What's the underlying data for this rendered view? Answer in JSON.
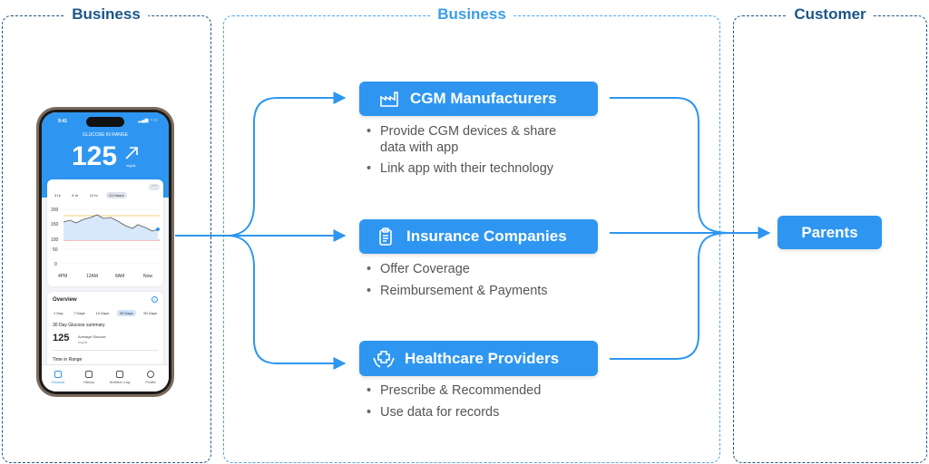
{
  "columns": [
    {
      "title": "Business"
    },
    {
      "title": "Business"
    },
    {
      "title": "Customer"
    }
  ],
  "nodes": {
    "cgm": {
      "label": "CGM Manufacturers",
      "icon": "factory-icon",
      "bullets": [
        "Provide CGM devices & share",
        "data with app",
        "Link app with their technology"
      ]
    },
    "insurance": {
      "label": "Insurance Companies",
      "icon": "clipboard-icon",
      "bullets": [
        "Offer Coverage",
        "Reimbursement & Payments"
      ]
    },
    "healthcare": {
      "label": "Healthcare Providers",
      "icon": "hands-medical-cross-icon",
      "bullets": [
        "Prescribe & Recommended",
        "Use data for records"
      ]
    },
    "parents": {
      "label": "Parents"
    }
  },
  "colors": {
    "accent": "#2e96f0",
    "dark_border": "#1c5688",
    "light_border": "#4aa6ee"
  },
  "phone": {
    "time": "9:41",
    "header_label": "GLUCOSE IN RANGE",
    "glucose_value": "125",
    "unit": "mg/dL",
    "range_tabs": [
      "3 hr",
      "6 hr",
      "12 hr",
      "24 Hours"
    ],
    "y_ticks": [
      "200",
      "150",
      "100",
      "50",
      "0"
    ],
    "x_ticks": [
      "4PM",
      "12AM",
      "8AM",
      "Now"
    ],
    "overview_title": "Overview",
    "day_tabs": [
      "1 Day",
      "7 Days",
      "14 Days",
      "30 Days",
      "90 Days"
    ],
    "summary_title": "30 Day Glucose summary",
    "avg_value": "125",
    "avg_label": "Average Glucose",
    "avg_unit": "mg/dL",
    "time_in_range": "Time in Range",
    "nav": [
      "Glucose",
      "History",
      "Nutrition Log",
      "Profile"
    ]
  }
}
